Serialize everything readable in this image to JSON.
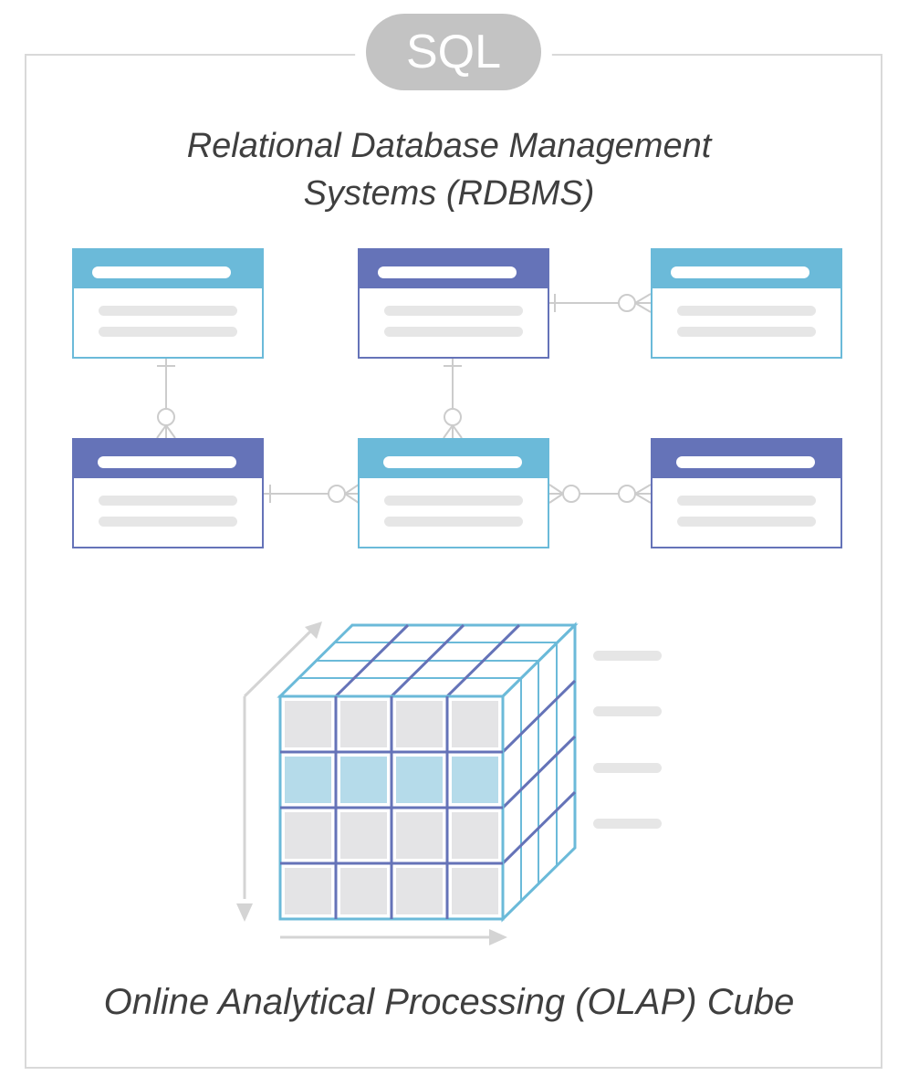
{
  "badge": {
    "label": "SQL"
  },
  "rdbms": {
    "title_line1": "Relational Database Management",
    "title_line2": "Systems (RDBMS)"
  },
  "olap": {
    "title": "Online Analytical Processing (OLAP) Cube"
  },
  "colors": {
    "frame": "#d9d9d9",
    "badge": "#c3c3c3",
    "light_blue": "#6bbad9",
    "dark_blue": "#6573b8",
    "cell_gray": "#e4e4e6",
    "cell_blue": "#b5dbea",
    "placeholder": "#e6e6e6",
    "connector": "#cccccc"
  }
}
